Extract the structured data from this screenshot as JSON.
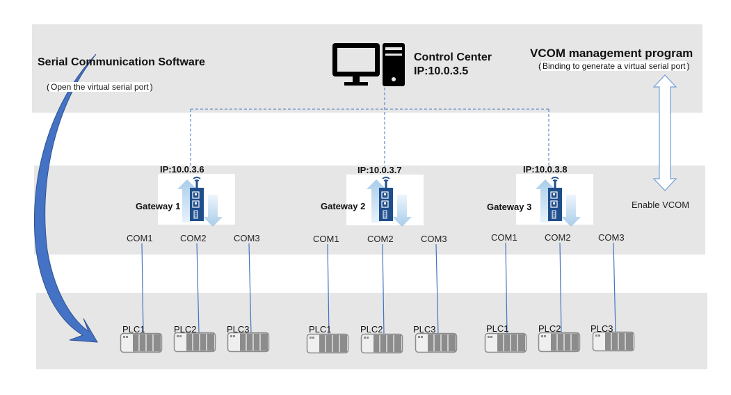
{
  "top": {
    "serial_software": {
      "title": "Serial Communication Software",
      "subtitle_open": "(",
      "subtitle": "Open the virtual serial port",
      "subtitle_close": ")"
    },
    "control_center": {
      "title": "Control Center",
      "ip": "IP:10.0.3.5",
      "icon": "desktop-computer-icon"
    },
    "vcom": {
      "title": "VCOM management program",
      "subtitle_open": "(",
      "subtitle": "Binding to generate a virtual serial port",
      "subtitle_close": ")"
    }
  },
  "enable_vcom": "Enable VCOM",
  "gateways": [
    {
      "name": "Gateway 1",
      "ip": "IP:10.0.3.6",
      "ports": [
        "COM1",
        "COM2",
        "COM3"
      ],
      "plcs": [
        "PLC1",
        "PLC2",
        "PLC3"
      ]
    },
    {
      "name": "Gateway 2",
      "ip": "IP:10.0.3.7",
      "ports": [
        "COM1",
        "COM2",
        "COM3"
      ],
      "plcs": [
        "PLC1",
        "PLC2",
        "PLC3"
      ]
    },
    {
      "name": "Gateway 3",
      "ip": "IP:10.0.3.8",
      "ports": [
        "COM1",
        "COM2",
        "COM3"
      ],
      "plcs": [
        "PLC1",
        "PLC2",
        "PLC3"
      ]
    }
  ],
  "colors": {
    "band": "#e6e6e6",
    "network_dashed": "#4472c4",
    "serial_line": "#4472c4",
    "gateway_device": "#1f4e8c",
    "flow_arrows": "#bdd7ee",
    "curved_arrow": "#4472c4",
    "plc_gray": "#8c8c8c"
  }
}
